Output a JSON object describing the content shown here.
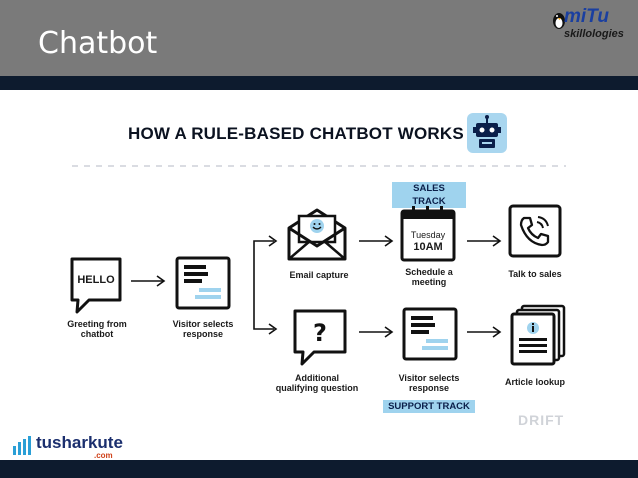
{
  "header": {
    "title": "Chatbot",
    "logo_main": "miTu",
    "logo_sub": "skillologies"
  },
  "diagram": {
    "title": "HOW A RULE-BASED CHATBOT WORKS",
    "watermark": "DRIFT",
    "sales_track_label": "SALES TRACK",
    "support_track_label": "SUPPORT TRACK",
    "steps": {
      "greeting": "Greeting from chatbot",
      "greeting_bubble": "HELLO",
      "visitor_selects": "Visitor selects response",
      "email_capture": "Email capture",
      "schedule_meeting": "Schedule a meeting",
      "calendar_day": "Tuesday",
      "calendar_time": "10AM",
      "talk_to_sales": "Talk to sales",
      "additional_question": "Additional qualifying question",
      "visitor_selects_2": "Visitor selects response",
      "article_lookup": "Article lookup"
    }
  },
  "footer": {
    "brand_name": "tusharkute",
    "brand_suffix": ".com"
  },
  "colors": {
    "header_bg": "#7a7a7a",
    "dark_band": "#0d1b2e",
    "accent_light_blue": "#9fd3ee",
    "ink": "#1a1a1a"
  }
}
